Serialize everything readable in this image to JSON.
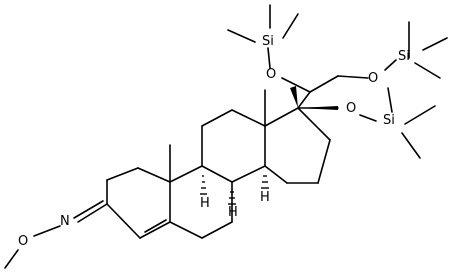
{
  "colors": {
    "background": "#ffffff",
    "ink": "#000000"
  },
  "atoms": {
    "si1": "Si",
    "si2": "Si",
    "si3": "Si",
    "o1": "O",
    "o2": "O",
    "o3": "O",
    "o4": "O",
    "n1": "N",
    "h1": "H",
    "h2": "H",
    "h3": "H"
  }
}
